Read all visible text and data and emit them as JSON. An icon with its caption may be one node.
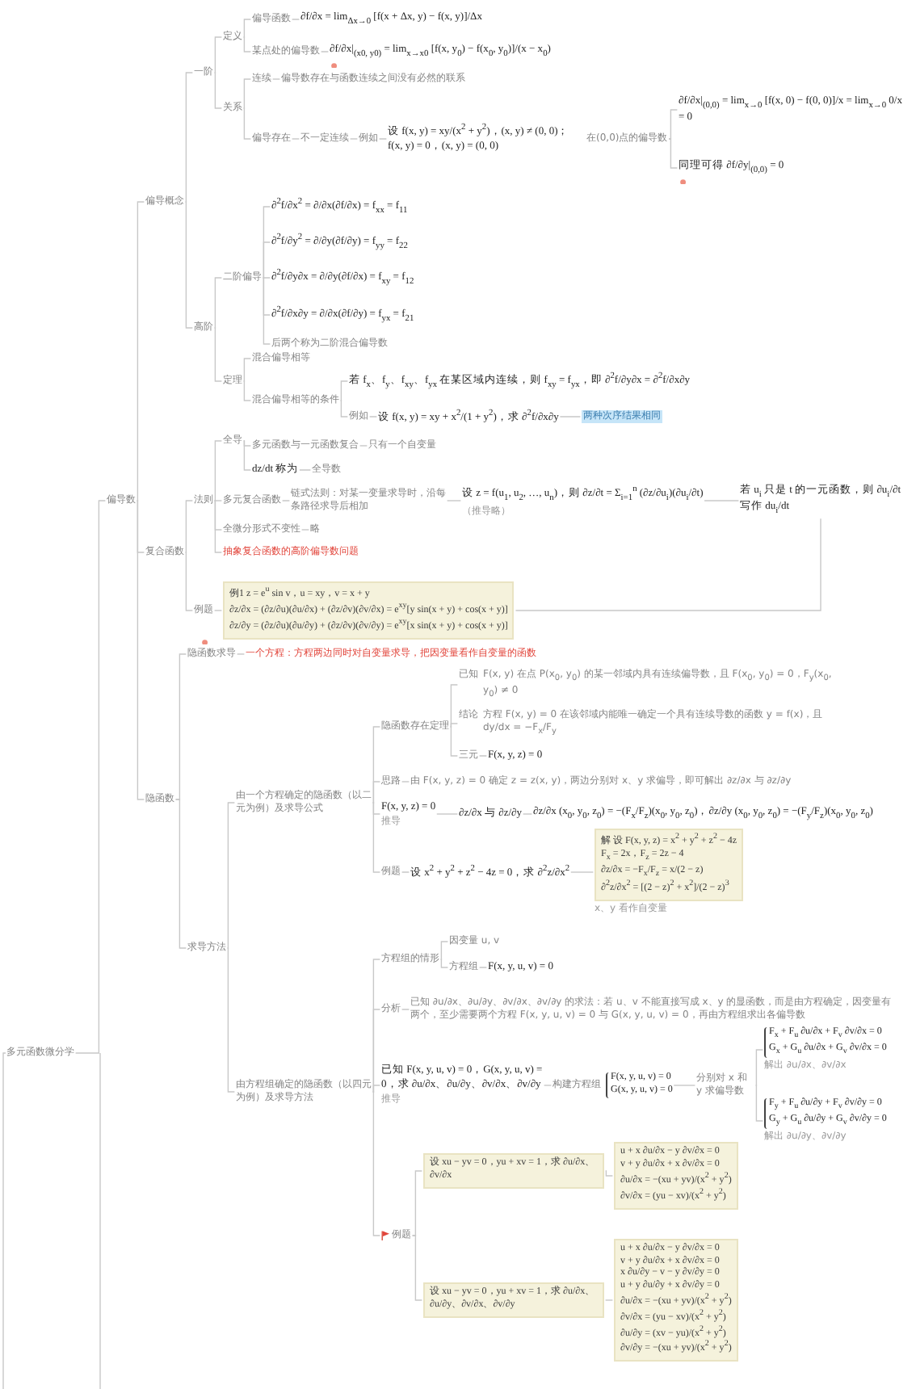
{
  "diagram": {
    "nodes": [
      {
        "text": [
          "多元函数微分学"
        ]
      },
      {
        "text": [
          "偏导数"
        ]
      },
      {
        "text": [
          "偏导概念"
        ]
      },
      {
        "text": [
          "一阶"
        ]
      },
      {
        "text": [
          "定义"
        ]
      },
      {
        "text": [
          "偏导函数"
        ]
      },
      {
        "text": [
          "∂f/∂x = lim$_{Δx→0}$ [f(x + Δx, y) − f(x, y)]/Δx"
        ]
      },
      {
        "text": [
          "某点处的偏导数"
        ]
      },
      {
        "text": [
          "∂f/∂x|$_{(x0, y0)}$ = lim$_{x→x0}$ [f(x, y$_{0}$) − f(x$_{0}$, y$_{0}$)]/(x − x$_{0}$)"
        ]
      },
      {
        "text": [
          "关系"
        ]
      },
      {
        "text": [
          "连续"
        ]
      },
      {
        "text": [
          "偏导数存在与函数连续之间没有必然的联系"
        ]
      },
      {
        "text": [
          "偏导存在"
        ]
      },
      {
        "text": [
          "不一定连续"
        ]
      },
      {
        "text": [
          "例如"
        ]
      },
      {
        "text": [
          "设 f(x, y) = xy/(x$^{2}$ + y$^{2}$)，(x, y) ≠ (0, 0)；f(x, y) = 0，(x, y) = (0, 0)",
          "在(0,0)点的偏导数"
        ]
      },
      {
        "text": [
          "∂f/∂x|$_{(0,0)}$ = lim$_{x→0}$ [f(x, 0) − f(0, 0)]/x = lim$_{x→0}$ 0/x = 0"
        ]
      },
      {
        "text": [
          "同理可得 ∂f/∂y|$_{(0,0)}$ = 0"
        ]
      },
      {
        "text": [
          "高阶"
        ]
      },
      {
        "text": [
          "二阶偏导"
        ]
      },
      {
        "text": [
          "∂$^{2}$f/∂x$^{2}$ = ∂/∂x(∂f/∂x) = f$_{xx}$ = f$_{11}$"
        ]
      },
      {
        "text": [
          "∂$^{2}$f/∂y$^{2}$ = ∂/∂y(∂f/∂y) = f$_{yy}$ = f$_{22}$"
        ]
      },
      {
        "text": [
          "∂$^{2}$f/∂y∂x = ∂/∂y(∂f/∂x) = f$_{xy}$ = f$_{12}$"
        ]
      },
      {
        "text": [
          "∂$^{2}$f/∂x∂y = ∂/∂x(∂f/∂y) = f$_{yx}$ = f$_{21}$"
        ]
      },
      {
        "text": [
          "后两个称为二阶混合偏导数"
        ]
      },
      {
        "text": [
          "定理"
        ]
      },
      {
        "text": [
          "混合偏导相等"
        ]
      },
      {
        "text": [
          "混合偏导相等的条件"
        ]
      },
      {
        "text": [
          "若 f$_{x}$、f$_{y}$、f$_{xy}$、f$_{yx}$ 在某区域内连续，则 f$_{xy}$ = f$_{yx}$，即 ∂$^{2}$f/∂y∂x = ∂$^{2}$f/∂x∂y"
        ]
      },
      {
        "text": [
          "例如"
        ]
      },
      {
        "text": [
          "设 f(x, y) = xy + x$^{2}$/(1 + y$^{2}$)，求 ∂$^{2}$f/∂x∂y"
        ]
      },
      {
        "text": [
          "两种次序结果相同"
        ]
      },
      {
        "text": [
          "复合函数"
        ]
      },
      {
        "text": [
          "法则"
        ]
      },
      {
        "text": [
          "全导"
        ]
      },
      {
        "text": [
          "多元函数与一元函数复合"
        ]
      },
      {
        "text": [
          "只有一个自变量"
        ]
      },
      {
        "text": [
          "dz/dt 称为"
        ]
      },
      {
        "text": [
          "全导数"
        ]
      },
      {
        "text": [
          "多元复合函数"
        ]
      },
      {
        "text": [
          "链式法则：对某一变量求导时，沿每条路径求导后相加"
        ]
      },
      {
        "text": [
          "设 z = f(u$_{1}$, u$_{2}$, …, u$_{n}$)，则 ∂z/∂t = Σ$_{i=1}$$^{n}$ (∂z/∂u$_{i}$)(∂u$_{i}$/∂t)",
          "（推导略）"
        ]
      },
      {
        "text": [
          "若 u$_{i}$ 只是 t 的一元函数，则 ∂u$_{i}$/∂t 写作 du$_{i}$/dt"
        ]
      },
      {
        "text": [
          "全微分形式不变性"
        ]
      },
      {
        "text": [
          "略"
        ]
      },
      {
        "text": [
          "抽象复合函数的高阶偏导数问题"
        ]
      },
      {
        "text": [
          "例题"
        ]
      },
      {
        "text": [
          "例1  z = e$^{u}$ sin v，u = xy，v = x + y",
          "∂z/∂x = (∂z/∂u)(∂u/∂x) + (∂z/∂v)(∂v/∂x) = e$^{xy}$[y sin(x + y) + cos(x + y)]",
          "∂z/∂y = (∂z/∂u)(∂u/∂y) + (∂z/∂v)(∂v/∂y) = e$^{xy}$[x sin(x + y) + cos(x + y)]"
        ]
      },
      {
        "text": [
          "隐函数"
        ]
      },
      {
        "text": [
          "隐函数求导"
        ]
      },
      {
        "text": [
          "一个方程：方程两边同时对自变量求导，把因变量看作自变量的函数"
        ]
      },
      {
        "text": [
          "求导方法"
        ]
      },
      {
        "text": [
          "由一个方程确定的隐函数（以二元为例）及求导公式"
        ]
      },
      {
        "text": [
          "隐函数存在定理"
        ]
      },
      {
        "text": [
          "已知",
          "F(x, y) 在点 P(x$_{0}$, y$_{0}$) 的某一邻域内具有连续偏导数，且 F(x$_{0}$, y$_{0}$) = 0，F$_{y}$(x$_{0}$, y$_{0}$) ≠ 0"
        ]
      },
      {
        "text": [
          "结论",
          "方程 F(x, y) = 0 在该邻域内能唯一确定一个具有连续导数的函数 y = f(x)，且 dy/dx = −F$_{x}$/F$_{y}$"
        ]
      },
      {
        "text": [
          "三元"
        ]
      },
      {
        "text": [
          "F(x, y, z) = 0"
        ]
      },
      {
        "text": [
          "思路"
        ]
      },
      {
        "text": [
          "由 F(x, y, z) = 0 确定 z = z(x, y)，两边分别对 x、y 求偏导，即可解出 ∂z/∂x 与 ∂z/∂y"
        ]
      },
      {
        "text": [
          "F(x, y, z) = 0",
          "推导"
        ]
      },
      {
        "text": [
          "∂z/∂x 与 ∂z/∂y"
        ]
      },
      {
        "text": [
          "∂z/∂x (x$_{0}$, y$_{0}$, z$_{0}$) = −(F$_{x}$/F$_{z}$)(x$_{0}$, y$_{0}$, z$_{0}$)，∂z/∂y (x$_{0}$, y$_{0}$, z$_{0}$) = −(F$_{y}$/F$_{z}$)(x$_{0}$, y$_{0}$, z$_{0}$)"
        ]
      },
      {
        "text": [
          "例题"
        ]
      },
      {
        "text": [
          "设 x$^{2}$ + y$^{2}$ + z$^{2}$ − 4z = 0，求 ∂$^{2}$z/∂x$^{2}$"
        ]
      },
      {
        "text": [
          "解  设 F(x, y, z) = x$^{2}$ + y$^{2}$ + z$^{2}$ − 4z",
          "F$_{x}$ = 2x，F$_{z}$ = 2z − 4",
          "∂z/∂x = −F$_{x}$/F$_{z}$ = x/(2 − z)",
          "∂$^{2}$z/∂x$^{2}$ = [(2 − z)$^{2}$ + x$^{2}$]/(2 − z)$^{3}$",
          "x、y 看作自变量"
        ]
      },
      {
        "text": [
          "由方程组确定的隐函数（以四元为例）及求导方法"
        ]
      },
      {
        "text": [
          "方程组的情形"
        ]
      },
      {
        "text": [
          "因变量 u, v"
        ]
      },
      {
        "text": [
          "方程组"
        ]
      },
      {
        "text": [
          "F(x, y, u, v) = 0"
        ]
      },
      {
        "text": [
          "分析"
        ]
      },
      {
        "text": [
          "已知 ∂u/∂x、∂u/∂y、∂v/∂x、∂v/∂y 的求法：若 u、v 不能直接写成 x、y 的显函数，而是由方程确定，因变量有两个，至少需要两个方程 F(x, y, u, v) = 0 与 G(x, y, u, v) = 0，再由方程组求出各偏导数"
        ]
      },
      {
        "text": [
          "已知 F(x, y, u, v) = 0，G(x, y, u, v) = 0，求 ∂u/∂x、∂u/∂y、∂v/∂x、∂v/∂y",
          "推导"
        ]
      },
      {
        "text": [
          "构建方程组",
          "F(x, y, u, v) = 0",
          "G(x, y, u, v) = 0"
        ]
      },
      {
        "text": [
          "分别对 x 和 y 求偏导数"
        ]
      },
      {
        "text": [
          "F$_{x}$ + F$_{u}$ ∂u/∂x + F$_{v}$ ∂v/∂x = 0",
          "G$_{x}$ + G$_{u}$ ∂u/∂x + G$_{v}$ ∂v/∂x = 0",
          "解出 ∂u/∂x、∂v/∂x"
        ]
      },
      {
        "text": [
          "F$_{y}$ + F$_{u}$ ∂u/∂y + F$_{v}$ ∂v/∂y = 0",
          "G$_{y}$ + G$_{u}$ ∂u/∂y + G$_{v}$ ∂v/∂y = 0",
          "解出 ∂u/∂y、∂v/∂y"
        ]
      },
      {
        "text": [
          "例题"
        ]
      },
      {
        "text": [
          "设 xu − yv = 0，yu + xv = 1，求 ∂u/∂x、∂v/∂x"
        ]
      },
      {
        "text": [
          "u + x ∂u/∂x − y ∂v/∂x = 0",
          "v + y ∂u/∂x + x ∂v/∂x = 0",
          "∂u/∂x = −(xu + yv)/(x$^{2}$ + y$^{2}$)",
          "∂v/∂x = (yu − xv)/(x$^{2}$ + y$^{2}$)"
        ]
      },
      {
        "text": [
          "设 xu − yv = 0，yu + xv = 1，求 ∂u/∂x、∂u/∂y、∂v/∂x、∂v/∂y"
        ]
      },
      {
        "text": [
          "u + x ∂u/∂x − y ∂v/∂x = 0",
          "v + y ∂u/∂x + x ∂v/∂x = 0",
          "x ∂u/∂y − v − y ∂v/∂y = 0",
          "u + y ∂u/∂y + x ∂v/∂y = 0",
          "∂u/∂x = −(xu + yv)/(x$^{2}$ + y$^{2}$)",
          "∂v/∂x = (yu − xv)/(x$^{2}$ + y$^{2}$)",
          "∂u/∂y = (xv − yu)/(x$^{2}$ + y$^{2}$)",
          "∂v/∂y = −(xu + yv)/(x$^{2}$ + y$^{2}$)"
        ]
      }
    ],
    "edges": [
      {
        "from": 0,
        "to": 1,
        "arrow": "none"
      },
      {
        "from": 1,
        "to": 2,
        "arrow": "none"
      },
      {
        "from": 2,
        "to": 3,
        "arrow": "none"
      },
      {
        "from": 3,
        "to": 4,
        "arrow": "none"
      },
      {
        "from": 4,
        "to": 5,
        "arrow": "none"
      },
      {
        "from": 5,
        "to": 6,
        "arrow": "none"
      },
      {
        "from": 4,
        "to": 7,
        "arrow": "none"
      },
      {
        "from": 7,
        "to": 8,
        "arrow": "none"
      },
      {
        "from": 3,
        "to": 9,
        "arrow": "none"
      },
      {
        "from": 9,
        "to": 10,
        "arrow": "none"
      },
      {
        "from": 10,
        "to": 11,
        "arrow": "none"
      },
      {
        "from": 9,
        "to": 12,
        "arrow": "none"
      },
      {
        "from": 12,
        "to": 13,
        "arrow": "none"
      },
      {
        "from": 13,
        "to": 14,
        "arrow": "none"
      },
      {
        "from": 14,
        "to": 15,
        "arrow": "none"
      },
      {
        "from": 15,
        "to": 16,
        "arrow": "none"
      },
      {
        "from": 15,
        "to": 17,
        "arrow": "none"
      },
      {
        "from": 2,
        "to": 18,
        "arrow": "none"
      },
      {
        "from": 18,
        "to": 19,
        "arrow": "none"
      },
      {
        "from": 19,
        "to": 20,
        "arrow": "none"
      },
      {
        "from": 19,
        "to": 21,
        "arrow": "none"
      },
      {
        "from": 19,
        "to": 22,
        "arrow": "none"
      },
      {
        "from": 19,
        "to": 23,
        "arrow": "none"
      },
      {
        "from": 19,
        "to": 24,
        "arrow": "none"
      },
      {
        "from": 18,
        "to": 25,
        "arrow": "none"
      },
      {
        "from": 25,
        "to": 26,
        "arrow": "none"
      },
      {
        "from": 25,
        "to": 27,
        "arrow": "none"
      },
      {
        "from": 27,
        "to": 28,
        "arrow": "none"
      },
      {
        "from": 27,
        "to": 29,
        "arrow": "none"
      },
      {
        "from": 29,
        "to": 30,
        "arrow": "none"
      },
      {
        "from": 30,
        "to": 31,
        "arrow": "none"
      },
      {
        "from": 1,
        "to": 32,
        "arrow": "none"
      },
      {
        "from": 32,
        "to": 33,
        "arrow": "none"
      },
      {
        "from": 33,
        "to": 34,
        "arrow": "none"
      },
      {
        "from": 34,
        "to": 35,
        "arrow": "none"
      },
      {
        "from": 35,
        "to": 36,
        "arrow": "none"
      },
      {
        "from": 34,
        "to": 37,
        "arrow": "none"
      },
      {
        "from": 37,
        "to": 38,
        "arrow": "none"
      },
      {
        "from": 33,
        "to": 39,
        "arrow": "none"
      },
      {
        "from": 39,
        "to": 40,
        "arrow": "none"
      },
      {
        "from": 40,
        "to": 41,
        "arrow": "none"
      },
      {
        "from": 41,
        "to": 42,
        "arrow": "none"
      },
      {
        "from": 33,
        "to": 43,
        "arrow": "none"
      },
      {
        "from": 43,
        "to": 44,
        "arrow": "none"
      },
      {
        "from": 33,
        "to": 45,
        "arrow": "none"
      },
      {
        "from": 32,
        "to": 46,
        "arrow": "none"
      },
      {
        "from": 46,
        "to": 47,
        "arrow": "none"
      },
      {
        "from": 1,
        "to": 48,
        "arrow": "none"
      },
      {
        "from": 48,
        "to": 49,
        "arrow": "none"
      },
      {
        "from": 49,
        "to": 50,
        "arrow": "none"
      },
      {
        "from": 48,
        "to": 51,
        "arrow": "none"
      },
      {
        "from": 51,
        "to": 52,
        "arrow": "none"
      },
      {
        "from": 52,
        "to": 53,
        "arrow": "none"
      },
      {
        "from": 53,
        "to": 54,
        "arrow": "none"
      },
      {
        "from": 53,
        "to": 55,
        "arrow": "none"
      },
      {
        "from": 53,
        "to": 56,
        "arrow": "none"
      },
      {
        "from": 56,
        "to": 57,
        "arrow": "none"
      },
      {
        "from": 52,
        "to": 58,
        "arrow": "none"
      },
      {
        "from": 58,
        "to": 59,
        "arrow": "none"
      },
      {
        "from": 52,
        "to": 60,
        "arrow": "none"
      },
      {
        "from": 60,
        "to": 61,
        "arrow": "none"
      },
      {
        "from": 61,
        "to": 62,
        "arrow": "none"
      },
      {
        "from": 52,
        "to": 63,
        "arrow": "none"
      },
      {
        "from": 63,
        "to": 64,
        "arrow": "none"
      },
      {
        "from": 64,
        "to": 65,
        "arrow": "none"
      },
      {
        "from": 51,
        "to": 66,
        "arrow": "none"
      },
      {
        "from": 66,
        "to": 67,
        "arrow": "none"
      },
      {
        "from": 67,
        "to": 68,
        "arrow": "none"
      },
      {
        "from": 67,
        "to": 69,
        "arrow": "none"
      },
      {
        "from": 69,
        "to": 70,
        "arrow": "none"
      },
      {
        "from": 66,
        "to": 71,
        "arrow": "none"
      },
      {
        "from": 71,
        "to": 72,
        "arrow": "none"
      },
      {
        "from": 66,
        "to": 73,
        "arrow": "none"
      },
      {
        "from": 73,
        "to": 74,
        "arrow": "none"
      },
      {
        "from": 74,
        "to": 75,
        "arrow": "none"
      },
      {
        "from": 75,
        "to": 76,
        "arrow": "none"
      },
      {
        "from": 75,
        "to": 77,
        "arrow": "none"
      },
      {
        "from": 66,
        "to": 78,
        "arrow": "none"
      },
      {
        "from": 78,
        "to": 79,
        "arrow": "none"
      },
      {
        "from": 79,
        "to": 80,
        "arrow": "none"
      },
      {
        "from": 78,
        "to": 81,
        "arrow": "none"
      },
      {
        "from": 81,
        "to": 82,
        "arrow": "none"
      },
      {
        "from": 47,
        "to": 42,
        "arrow": "none"
      }
    ]
  }
}
